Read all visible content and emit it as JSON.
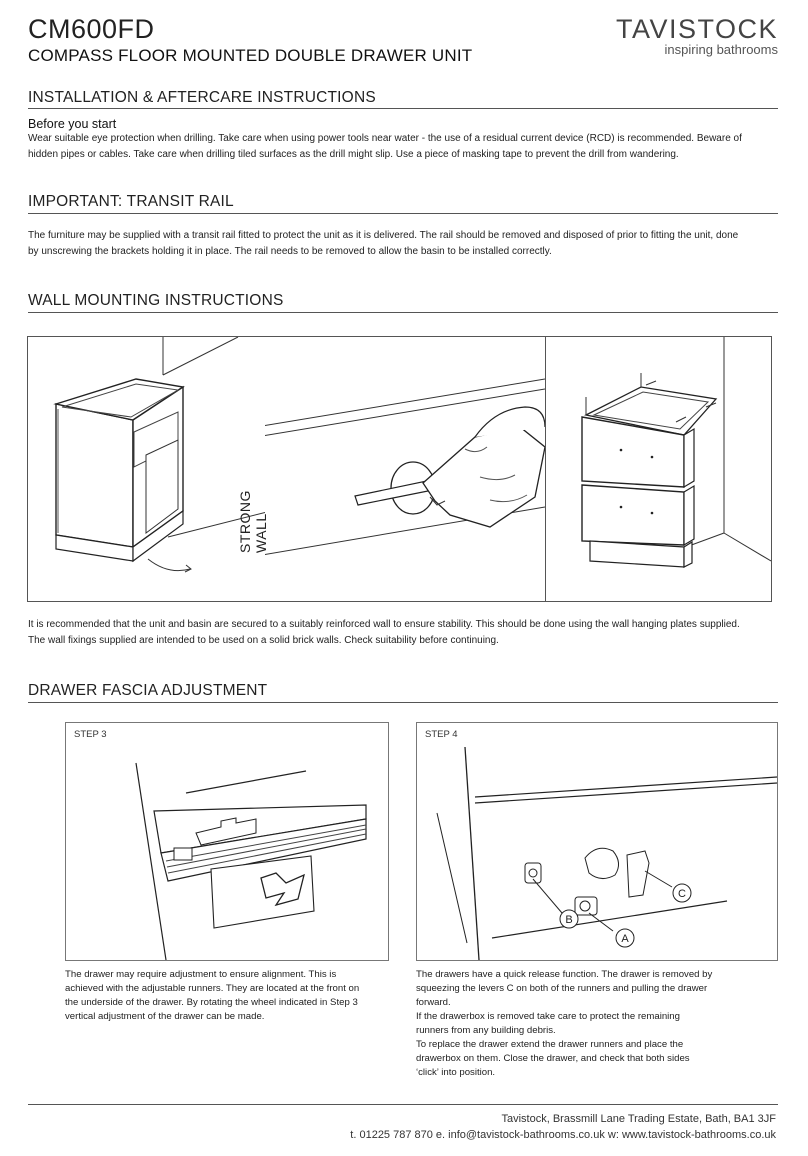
{
  "header": {
    "model": "CM600FD",
    "product": "COMPASS FLOOR MOUNTED DOUBLE DRAWER UNIT",
    "brand": "TAVISTOCK",
    "tagline": "inspiring bathrooms"
  },
  "install": {
    "title": "INSTALLATION & AFTERCARE INSTRUCTIONS",
    "subtitle": "Before you start",
    "lines": [
      "Wear suitable eye protection when drilling. Take care when using power tools near water - the use of a residual current device (RCD) is recommended. Beware of",
      "hidden pipes or cables. Take care when drilling tiled surfaces as the drill might slip. Use a piece of masking tape to prevent the drill from wandering."
    ]
  },
  "transit": {
    "title": "IMPORTANT: TRANSIT RAIL",
    "lines": [
      "The furniture may be supplied with a transit rail fitted to protect the unit as it is delivered.  The rail should be removed and disposed of prior to fitting the unit, done",
      "by unscrewing the brackets holding it in place.  The rail needs to be removed to allow the basin to be installed correctly."
    ]
  },
  "wall": {
    "title": "WALL MOUNTING INSTRUCTIONS",
    "wall_label": "STRONG WALL",
    "lines": [
      "It is recommended that the unit and basin are secured to a suitably reinforced wall to ensure stability. This should be done using the wall hanging plates supplied.",
      "The wall fixings supplied are intended to be used on a solid brick walls.  Check suitability before continuing."
    ]
  },
  "drawer": {
    "title": "DRAWER FASCIA ADJUSTMENT",
    "step3": {
      "label": "STEP 3",
      "lines": [
        "The drawer may require adjustment to ensure alignment. This is",
        "achieved with the adjustable runners. They are located at the front on",
        "the underside of the drawer. By rotating the wheel indicated in Step 3",
        "vertical adjustment of the drawer can be made."
      ]
    },
    "step4": {
      "label": "STEP 4",
      "callouts": [
        "A",
        "B",
        "C"
      ],
      "lines": [
        "The drawers have a quick release function. The drawer is removed by",
        "squeezing the levers C on both of the runners and pulling the drawer",
        "forward.",
        "If the drawerbox is removed take care to protect the remaining",
        "runners from any building debris.",
        "To replace the drawer extend the drawer runners and place the",
        "drawerbox on them.  Close the drawer, and check that both sides",
        "‘click’ into position."
      ]
    }
  },
  "footer": {
    "address": "Tavistock, Brassmill Lane Trading Estate, Bath, BA1 3JF",
    "contact": "t. 01225 787 870  e. info@tavistock-bathrooms.co.uk  w: www.tavistock-bathrooms.co.uk"
  }
}
